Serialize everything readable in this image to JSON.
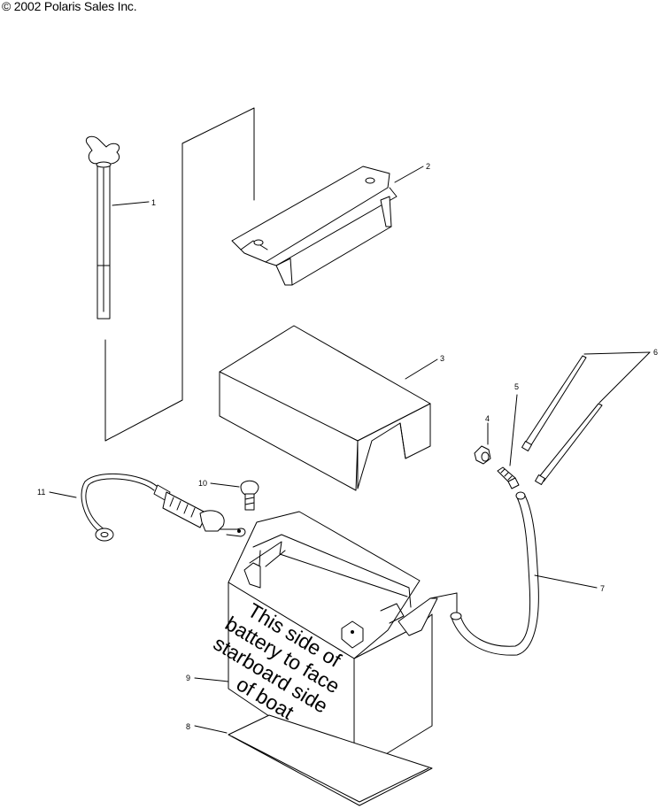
{
  "copyright": "© 2002 Polaris Sales Inc.",
  "battery_label": [
    "This side of",
    "battery to face",
    "starboard side",
    "of boat"
  ],
  "callouts": [
    "1",
    "2",
    "3",
    "4",
    "5",
    "6",
    "7",
    "8",
    "9",
    "10",
    "11"
  ]
}
